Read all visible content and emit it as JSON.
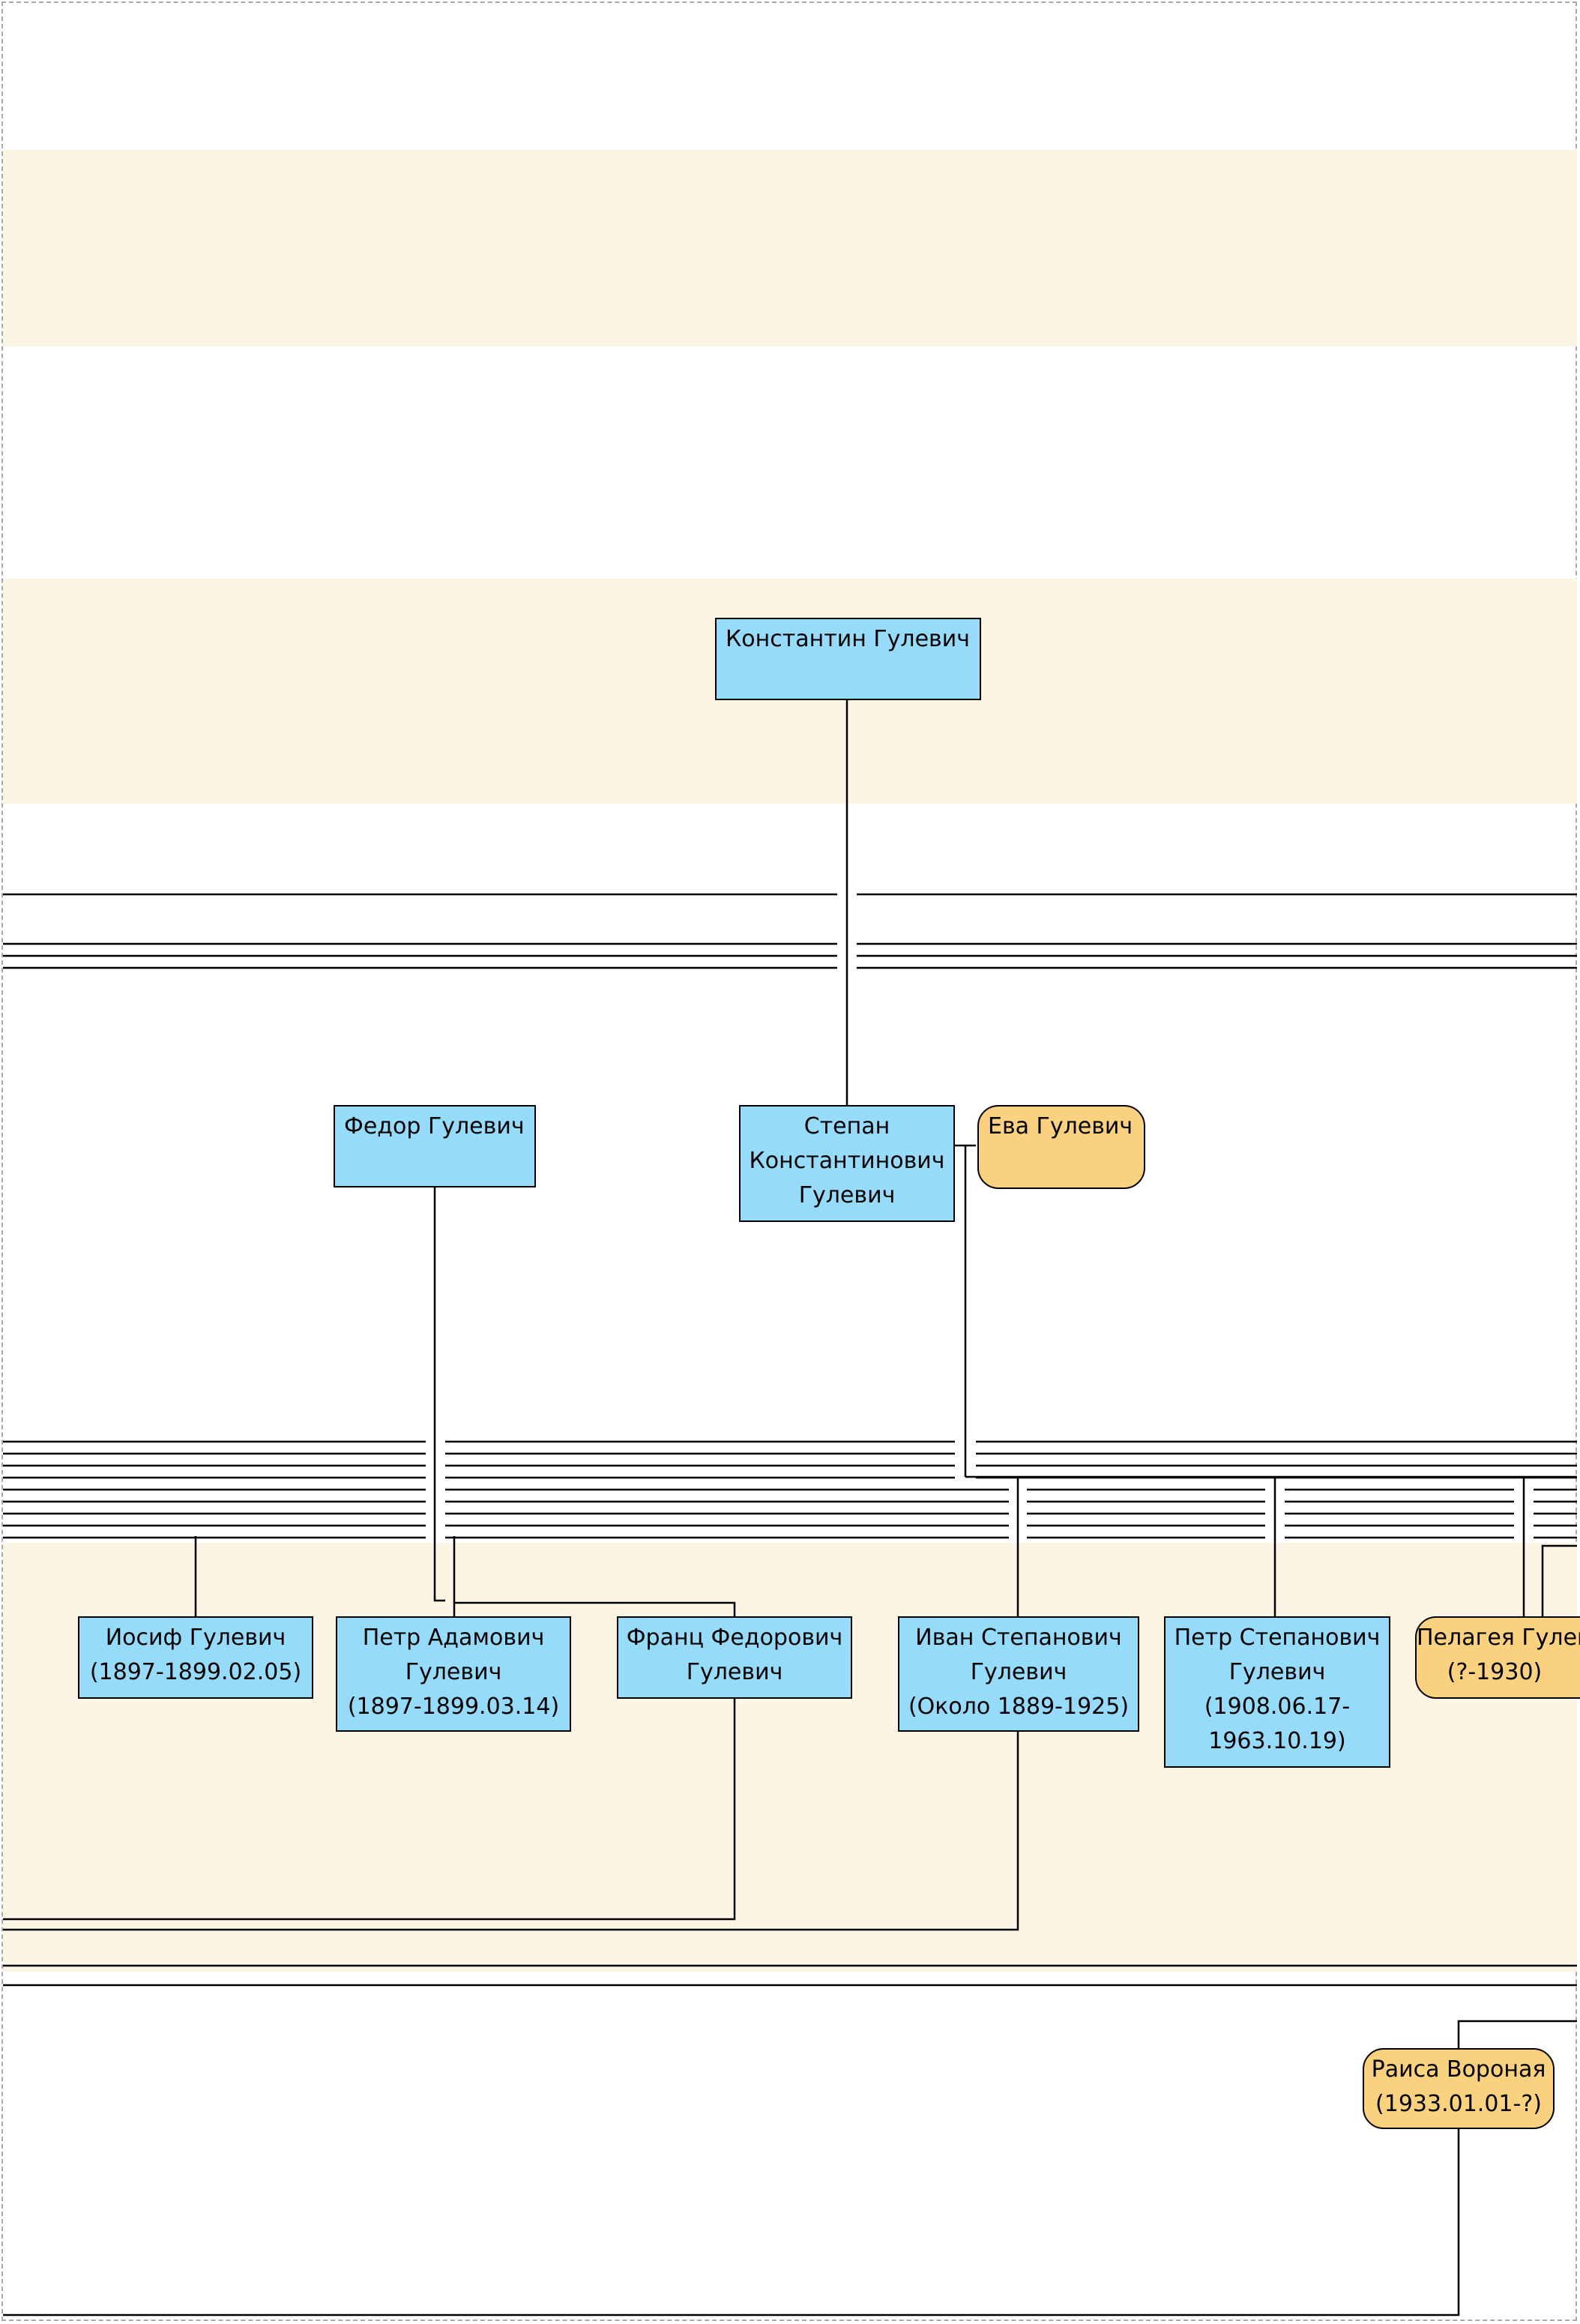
{
  "colors": {
    "male_box": "#96dcfa",
    "female_box": "#fad17e",
    "band": "#fdf5e4",
    "line": "#000000"
  },
  "persons": {
    "konstantin": {
      "lines": [
        "Константин Гулевич"
      ]
    },
    "fedor": {
      "lines": [
        "Федор Гулевич"
      ]
    },
    "stepan": {
      "lines": [
        "Степан",
        "Константинович",
        "Гулевич"
      ]
    },
    "eva": {
      "lines": [
        "Ева Гулевич"
      ]
    },
    "iosif": {
      "lines": [
        "Иосиф Гулевич",
        "(1897-1899.02.05)"
      ]
    },
    "petr_adamovich": {
      "lines": [
        "Петр Адамович",
        "Гулевич",
        "(1897-1899.03.14)"
      ]
    },
    "franc": {
      "lines": [
        "Франц Федорович",
        "Гулевич"
      ]
    },
    "ivan": {
      "lines": [
        "Иван Степанович",
        "Гулевич",
        "(Около 1889-1925)"
      ]
    },
    "petr_stepanovich": {
      "lines": [
        "Петр Степанович",
        "Гулевич",
        "(1908.06.17-",
        "1963.10.19)"
      ]
    },
    "pelageya": {
      "lines": [
        "Пелагея Гулевич",
        "(?-1930)"
      ]
    },
    "raisa": {
      "lines": [
        "Раиса Вороная",
        "(1933.01.01-?)"
      ]
    }
  }
}
